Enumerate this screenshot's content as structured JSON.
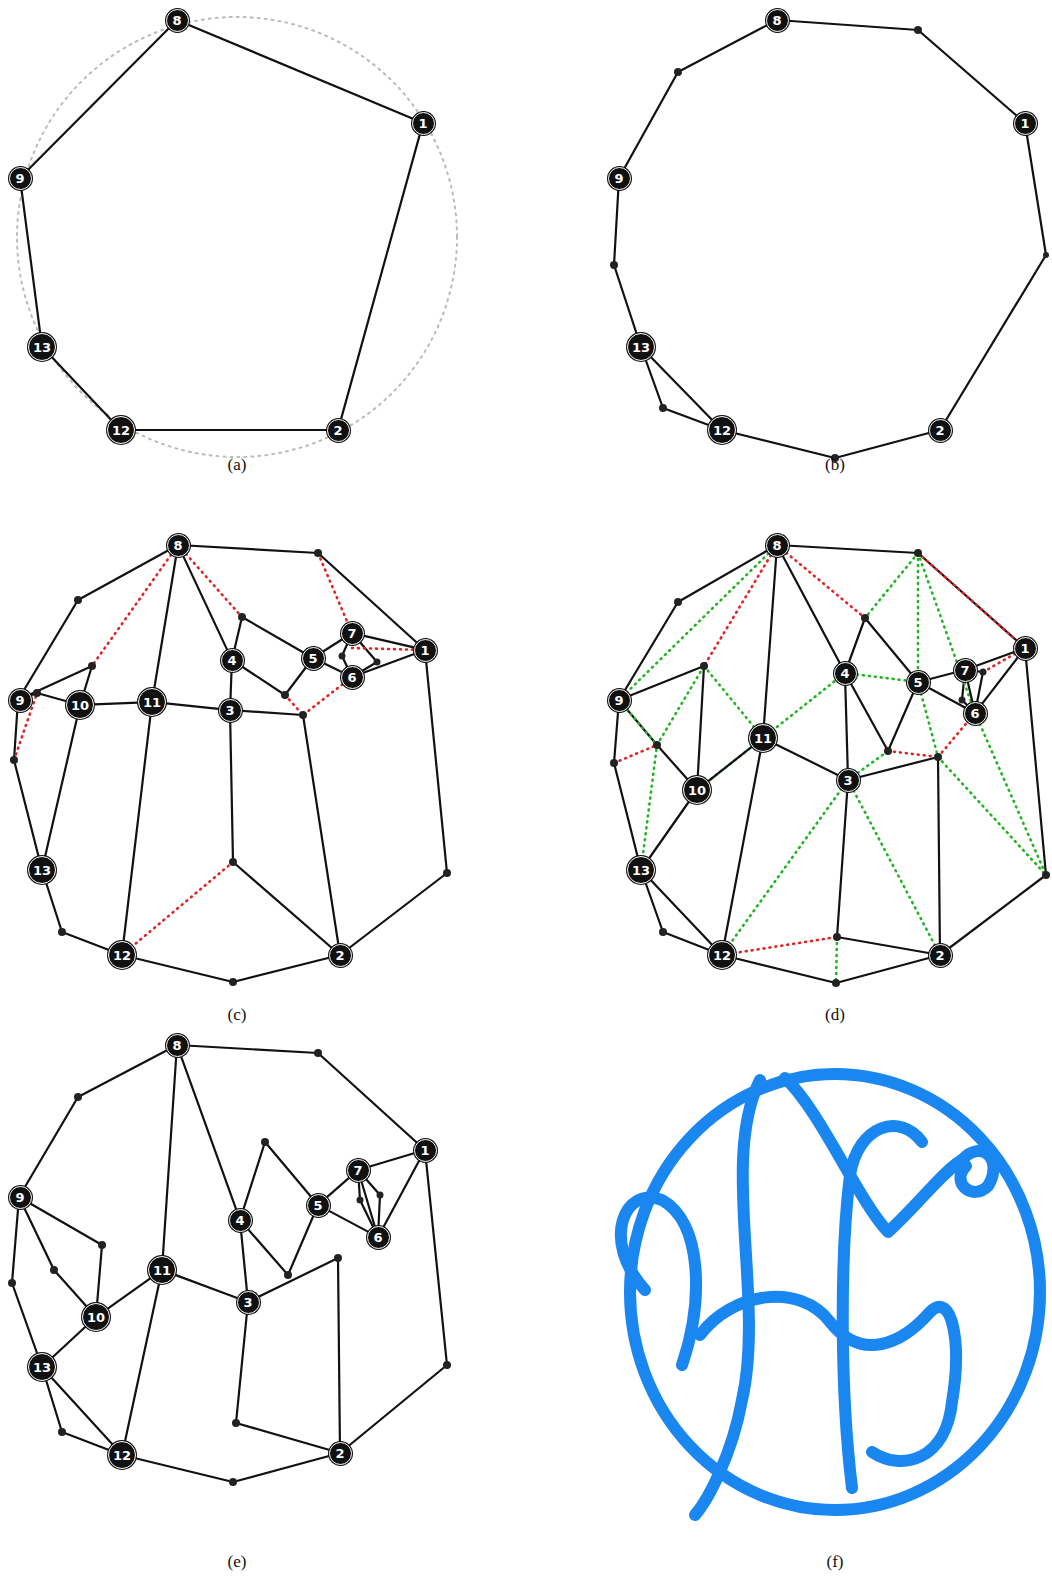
{
  "diagram": {
    "nodes": [
      {
        "text": [
          "8"
        ]
      },
      {
        "text": [
          "1"
        ]
      },
      {
        "text": [
          "2"
        ]
      },
      {
        "text": [
          "12"
        ]
      },
      {
        "text": [
          "13"
        ]
      },
      {
        "text": [
          "9"
        ]
      },
      {
        "text": [
          "8"
        ]
      },
      {
        "text": [
          "1"
        ]
      },
      {
        "text": [
          "2"
        ]
      },
      {
        "text": [
          "12"
        ]
      },
      {
        "text": [
          "13"
        ]
      },
      {
        "text": [
          "9"
        ]
      },
      {
        "text": [
          "8"
        ]
      },
      {
        "text": [
          "1"
        ]
      },
      {
        "text": [
          "9"
        ]
      },
      {
        "text": [
          "4"
        ]
      },
      {
        "text": [
          "5"
        ]
      },
      {
        "text": [
          "7"
        ]
      },
      {
        "text": [
          "6"
        ]
      },
      {
        "text": [
          "10"
        ]
      },
      {
        "text": [
          "11"
        ]
      },
      {
        "text": [
          "3"
        ]
      },
      {
        "text": [
          "13"
        ]
      },
      {
        "text": [
          "12"
        ]
      },
      {
        "text": [
          "2"
        ]
      },
      {
        "text": [
          "8"
        ]
      },
      {
        "text": [
          "1"
        ]
      },
      {
        "text": [
          "9"
        ]
      },
      {
        "text": [
          "4"
        ]
      },
      {
        "text": [
          "5"
        ]
      },
      {
        "text": [
          "7"
        ]
      },
      {
        "text": [
          "6"
        ]
      },
      {
        "text": [
          "10"
        ]
      },
      {
        "text": [
          "11"
        ]
      },
      {
        "text": [
          "3"
        ]
      },
      {
        "text": [
          "13"
        ]
      },
      {
        "text": [
          "12"
        ]
      },
      {
        "text": [
          "2"
        ]
      },
      {
        "text": [
          "8"
        ]
      },
      {
        "text": [
          "1"
        ]
      },
      {
        "text": [
          "9"
        ]
      },
      {
        "text": [
          "4"
        ]
      },
      {
        "text": [
          "5"
        ]
      },
      {
        "text": [
          "7"
        ]
      },
      {
        "text": [
          "6"
        ]
      },
      {
        "text": [
          "10"
        ]
      },
      {
        "text": [
          "11"
        ]
      },
      {
        "text": [
          "3"
        ]
      },
      {
        "text": [
          "13"
        ]
      },
      {
        "text": [
          "12"
        ]
      },
      {
        "text": [
          "2"
        ]
      }
    ],
    "edges": [
      {
        "from": 0,
        "to": 1,
        "arrow": "none"
      },
      {
        "from": 1,
        "to": 2,
        "arrow": "none"
      },
      {
        "from": 2,
        "to": 3,
        "arrow": "none"
      },
      {
        "from": 3,
        "to": 4,
        "arrow": "none"
      },
      {
        "from": 4,
        "to": 5,
        "arrow": "none"
      },
      {
        "from": 5,
        "to": 0,
        "arrow": "none"
      },
      {
        "from": 9,
        "to": 10,
        "arrow": "none"
      },
      {
        "from": 12,
        "to": 20,
        "arrow": "none"
      },
      {
        "from": 20,
        "to": 23,
        "arrow": "none"
      },
      {
        "from": 12,
        "to": 15,
        "arrow": "none"
      },
      {
        "from": 15,
        "to": 21,
        "arrow": "none"
      },
      {
        "from": 21,
        "to": 20,
        "arrow": "none"
      },
      {
        "from": 20,
        "to": 19,
        "arrow": "none"
      },
      {
        "from": 19,
        "to": 22,
        "arrow": "none"
      },
      {
        "from": 16,
        "to": 17,
        "arrow": "none"
      },
      {
        "from": 16,
        "to": 18,
        "arrow": "none"
      },
      {
        "from": 17,
        "to": 13,
        "arrow": "none"
      },
      {
        "from": 18,
        "to": 13,
        "arrow": "none"
      },
      {
        "from": 25,
        "to": 28,
        "arrow": "none"
      },
      {
        "from": 25,
        "to": 33,
        "arrow": "none"
      },
      {
        "from": 33,
        "to": 36,
        "arrow": "none"
      },
      {
        "from": 28,
        "to": 34,
        "arrow": "none"
      },
      {
        "from": 34,
        "to": 33,
        "arrow": "none"
      },
      {
        "from": 33,
        "to": 32,
        "arrow": "none"
      },
      {
        "from": 32,
        "to": 35,
        "arrow": "none"
      },
      {
        "from": 35,
        "to": 36,
        "arrow": "none"
      },
      {
        "from": 29,
        "to": 30,
        "arrow": "none"
      },
      {
        "from": 29,
        "to": 31,
        "arrow": "none"
      },
      {
        "from": 30,
        "to": 26,
        "arrow": "none"
      },
      {
        "from": 31,
        "to": 26,
        "arrow": "none"
      },
      {
        "from": 30,
        "to": 31,
        "arrow": "none"
      },
      {
        "from": 38,
        "to": 41,
        "arrow": "none"
      },
      {
        "from": 38,
        "to": 46,
        "arrow": "none"
      },
      {
        "from": 46,
        "to": 49,
        "arrow": "none"
      },
      {
        "from": 41,
        "to": 47,
        "arrow": "none"
      },
      {
        "from": 47,
        "to": 46,
        "arrow": "none"
      },
      {
        "from": 46,
        "to": 45,
        "arrow": "none"
      },
      {
        "from": 45,
        "to": 48,
        "arrow": "none"
      },
      {
        "from": 48,
        "to": 49,
        "arrow": "none"
      },
      {
        "from": 42,
        "to": 43,
        "arrow": "none"
      },
      {
        "from": 42,
        "to": 44,
        "arrow": "none"
      },
      {
        "from": 43,
        "to": 39,
        "arrow": "none"
      },
      {
        "from": 44,
        "to": 39,
        "arrow": "none"
      },
      {
        "from": 43,
        "to": 44,
        "arrow": "none"
      }
    ],
    "labels": [
      "(a)",
      "(b)",
      "(c)",
      "(d)",
      "(e)",
      "(f)"
    ]
  }
}
